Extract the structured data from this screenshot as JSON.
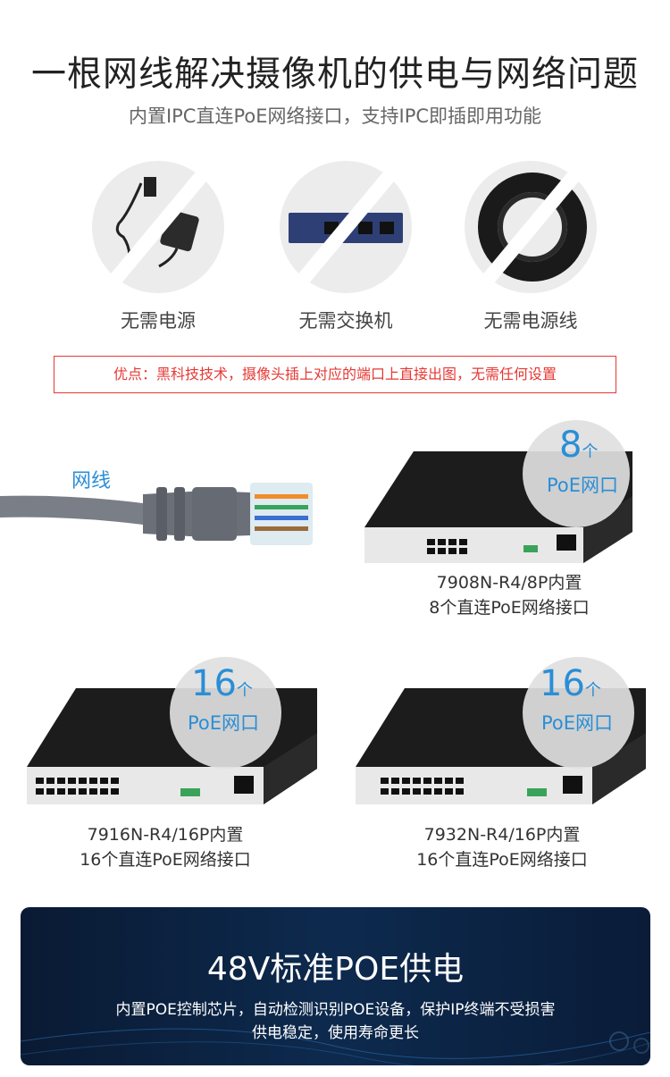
{
  "header": {
    "title": "一根网线解决摄像机的供电与网络问题",
    "subtitle": "内置IPC直连PoE网络接口，支持IPC即插即用功能"
  },
  "no_items": [
    {
      "label": "无需电源",
      "icon": "power-adapter-icon"
    },
    {
      "label": "无需交换机",
      "icon": "network-switch-icon"
    },
    {
      "label": "无需电源线",
      "icon": "cable-coil-icon"
    }
  ],
  "notice": "优点：黑科技技术，摄像头插上对应的端口上直接出图，无需任何设置",
  "cable_label": "网线",
  "products": [
    {
      "count": "8",
      "unit": "个",
      "poe": "PoE网口",
      "model": "7908N-R4/8P内置",
      "desc": "8个直连PoE网络接口"
    },
    {
      "count": "16",
      "unit": "个",
      "poe": "PoE网口",
      "model": "7916N-R4/16P内置",
      "desc": "16个直连PoE网络接口"
    },
    {
      "count": "16",
      "unit": "个",
      "poe": "PoE网口",
      "model": "7932N-R4/16P内置",
      "desc": "16个直连PoE网络接口"
    }
  ],
  "banner": {
    "title": "48V标准POE供电",
    "line1": "内置POE控制芯片，自动检测识别POE设备，保护IP终端不受损害",
    "line2": "供电稳定，使用寿命更长"
  },
  "colors": {
    "accent": "#2a8ed6",
    "notice": "#e53935",
    "banner": "#0d2a4e"
  }
}
